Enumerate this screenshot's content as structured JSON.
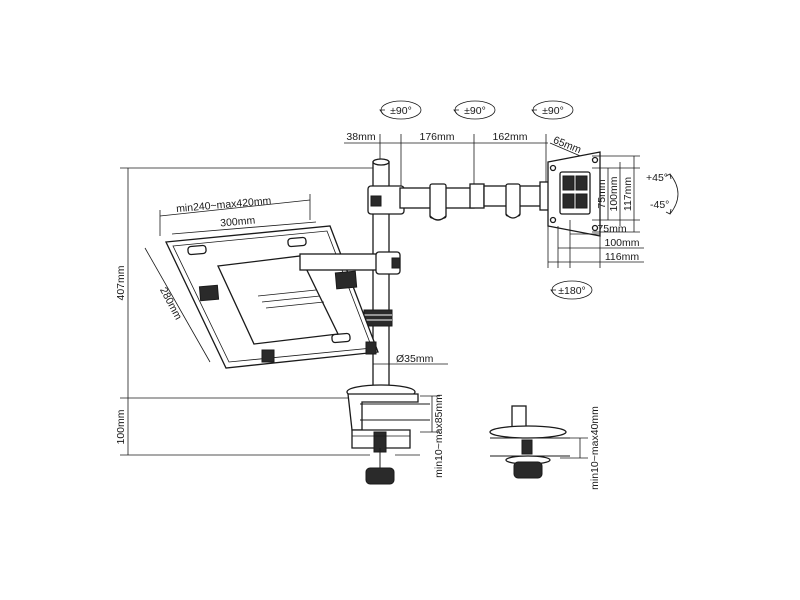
{
  "rotations": {
    "rot1": "±90°",
    "rot2": "±90°",
    "rot3": "±90°",
    "rot4": "±180°",
    "tilt_up": "+45°",
    "tilt_down": "-45°"
  },
  "dimensions": {
    "d38": "38mm",
    "d176": "176mm",
    "d162": "162mm",
    "d65": "65mm",
    "vesa75v": "75mm",
    "vesa100v": "100mm",
    "vesa117v": "117mm",
    "vesa75h": "75mm",
    "vesa100h": "100mm",
    "vesa116h": "116mm",
    "tray_width_range": "min240~max420mm",
    "tray_width": "300mm",
    "tray_depth": "280mm",
    "pole_height": "407mm",
    "pole_diameter": "Ø35mm",
    "base_height": "100mm",
    "clamp_range": "min10~max85mm",
    "grommet_range": "min10~max40mm"
  }
}
